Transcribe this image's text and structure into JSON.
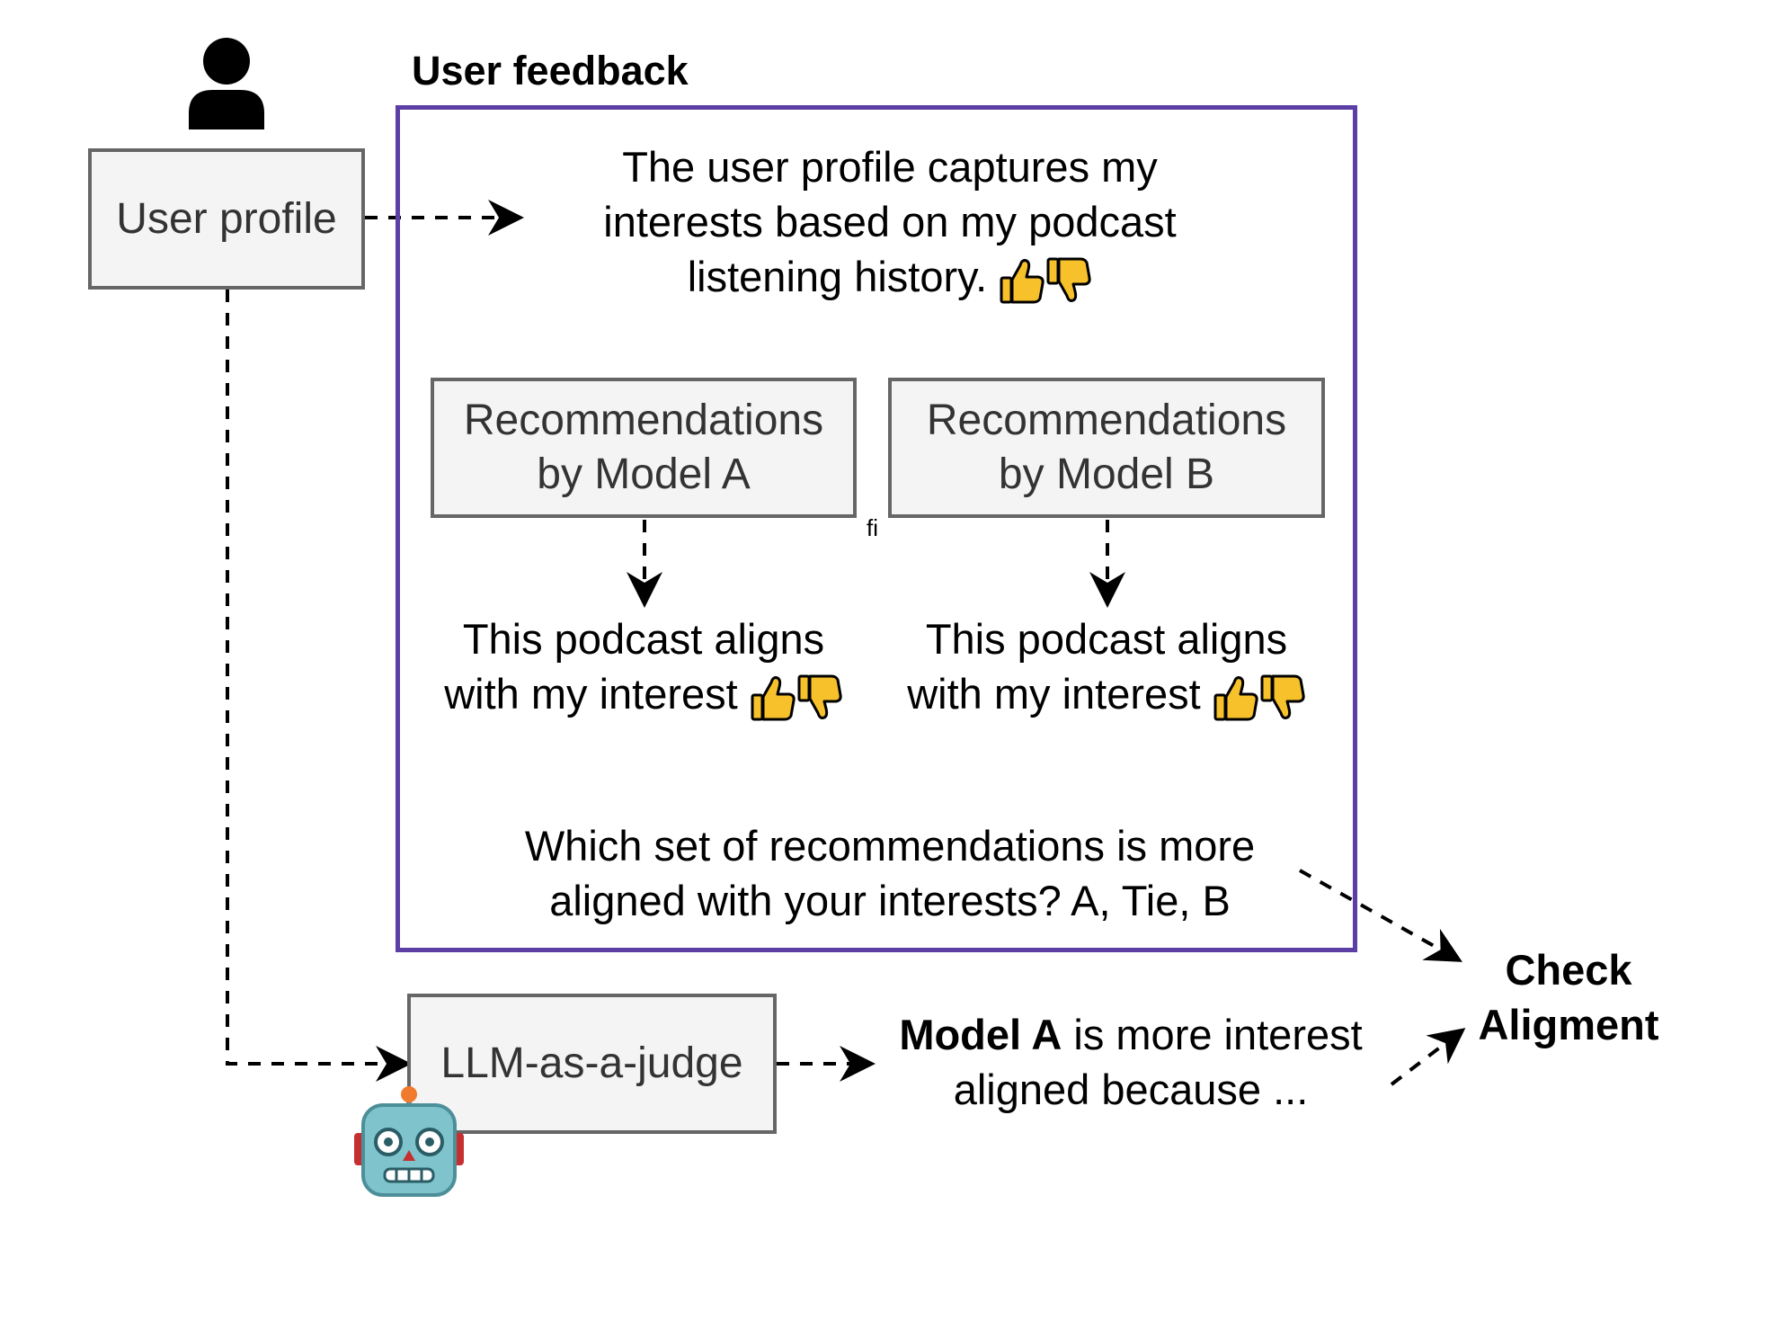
{
  "title": "User feedback",
  "user_profile": {
    "label": "User profile",
    "icon": "person-icon"
  },
  "profile_feedback": {
    "lines": [
      "The user profile captures my",
      "interests based on my podcast",
      "listening history."
    ]
  },
  "model_a_box": {
    "line1": "Recommendations",
    "line2": "by Model A"
  },
  "model_b_box": {
    "line1": "Recommendations",
    "line2": "by Model B"
  },
  "stray_glyph": "ﬁ",
  "model_a_feedback": {
    "line1": "This podcast aligns",
    "line2": "with my interest"
  },
  "model_b_feedback": {
    "line1": "This podcast aligns",
    "line2": "with my interest"
  },
  "question": {
    "line1": "Which set of recommendations is more",
    "line2": "aligned with your interests? A, Tie, B"
  },
  "judge": {
    "label": "LLM-as-a-judge",
    "icon": "robot-icon"
  },
  "judge_output": {
    "bold": "Model A",
    "rest": " is more interest",
    "line2": "aligned because ..."
  },
  "check": {
    "line1": "Check",
    "line2": "Aligment"
  },
  "colors": {
    "frame": "#5b3fa4",
    "box_fill": "#f4f4f4",
    "box_border": "#666666",
    "thumb": "#f7c12b"
  }
}
